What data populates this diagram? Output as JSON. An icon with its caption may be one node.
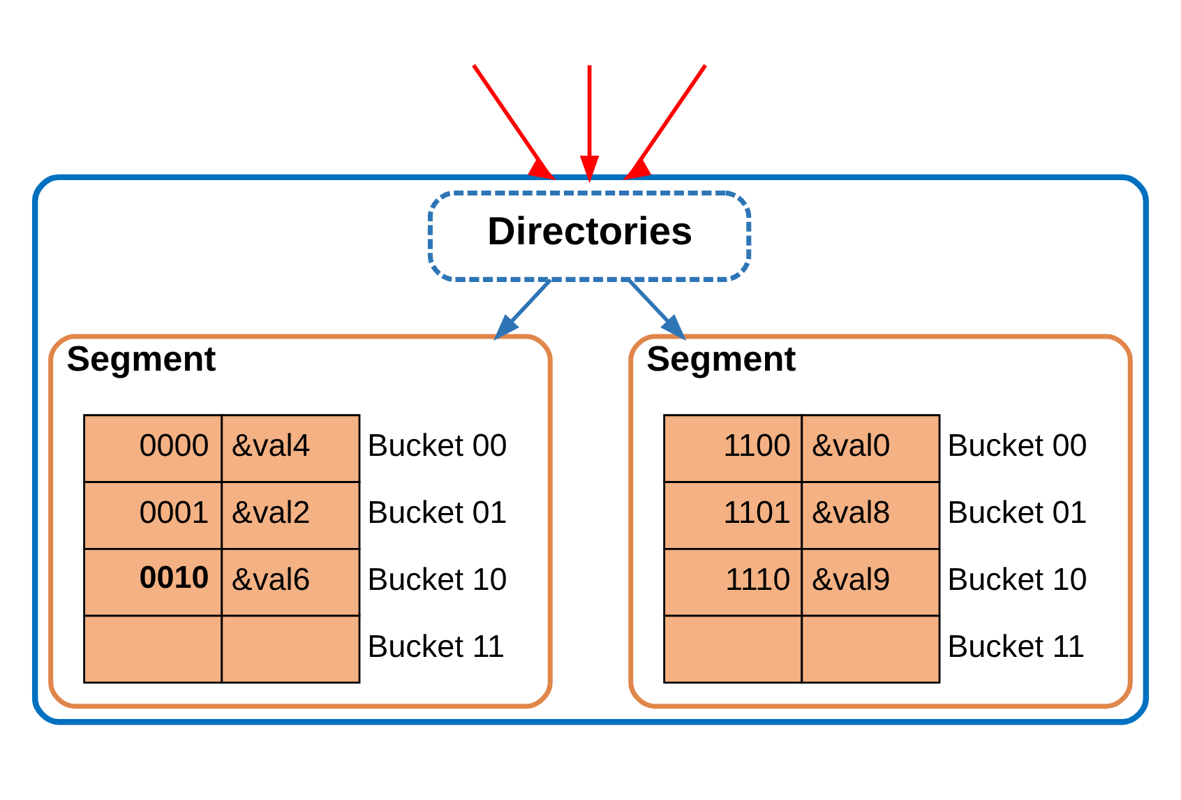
{
  "diagram": {
    "nodes": [
      {
        "text": [],
        "shape": "box"
      },
      {
        "text": [
          "Directories"
        ],
        "in": 0
      },
      {
        "text": [
          "Segment"
        ],
        "in": 0
      },
      {
        "text": [
          "Segment"
        ],
        "in": 0
      }
    ],
    "edges": [
      {
        "from": null,
        "to": 0,
        "arrow": "to",
        "color": "#ff0000"
      },
      {
        "from": null,
        "to": 0,
        "arrow": "to",
        "color": "#ff0000"
      },
      {
        "from": null,
        "to": 0,
        "arrow": "to",
        "color": "#ff0000"
      },
      {
        "from": 1,
        "to": 2,
        "arrow": "to",
        "color": "#2e75b6"
      },
      {
        "from": 1,
        "to": 3,
        "arrow": "to",
        "color": "#2e75b6"
      }
    ],
    "labels": [
      "0000",
      "&val4",
      "Bucket 00",
      "0001",
      "&val2",
      "Bucket 01",
      "0010",
      "&val6",
      "Bucket 10",
      "Bucket 11",
      "1100",
      "&val0",
      "Bucket 00",
      "1101",
      "&val8",
      "Bucket 01",
      "1110",
      "&val9",
      "Bucket 10",
      "Bucket 11"
    ]
  }
}
